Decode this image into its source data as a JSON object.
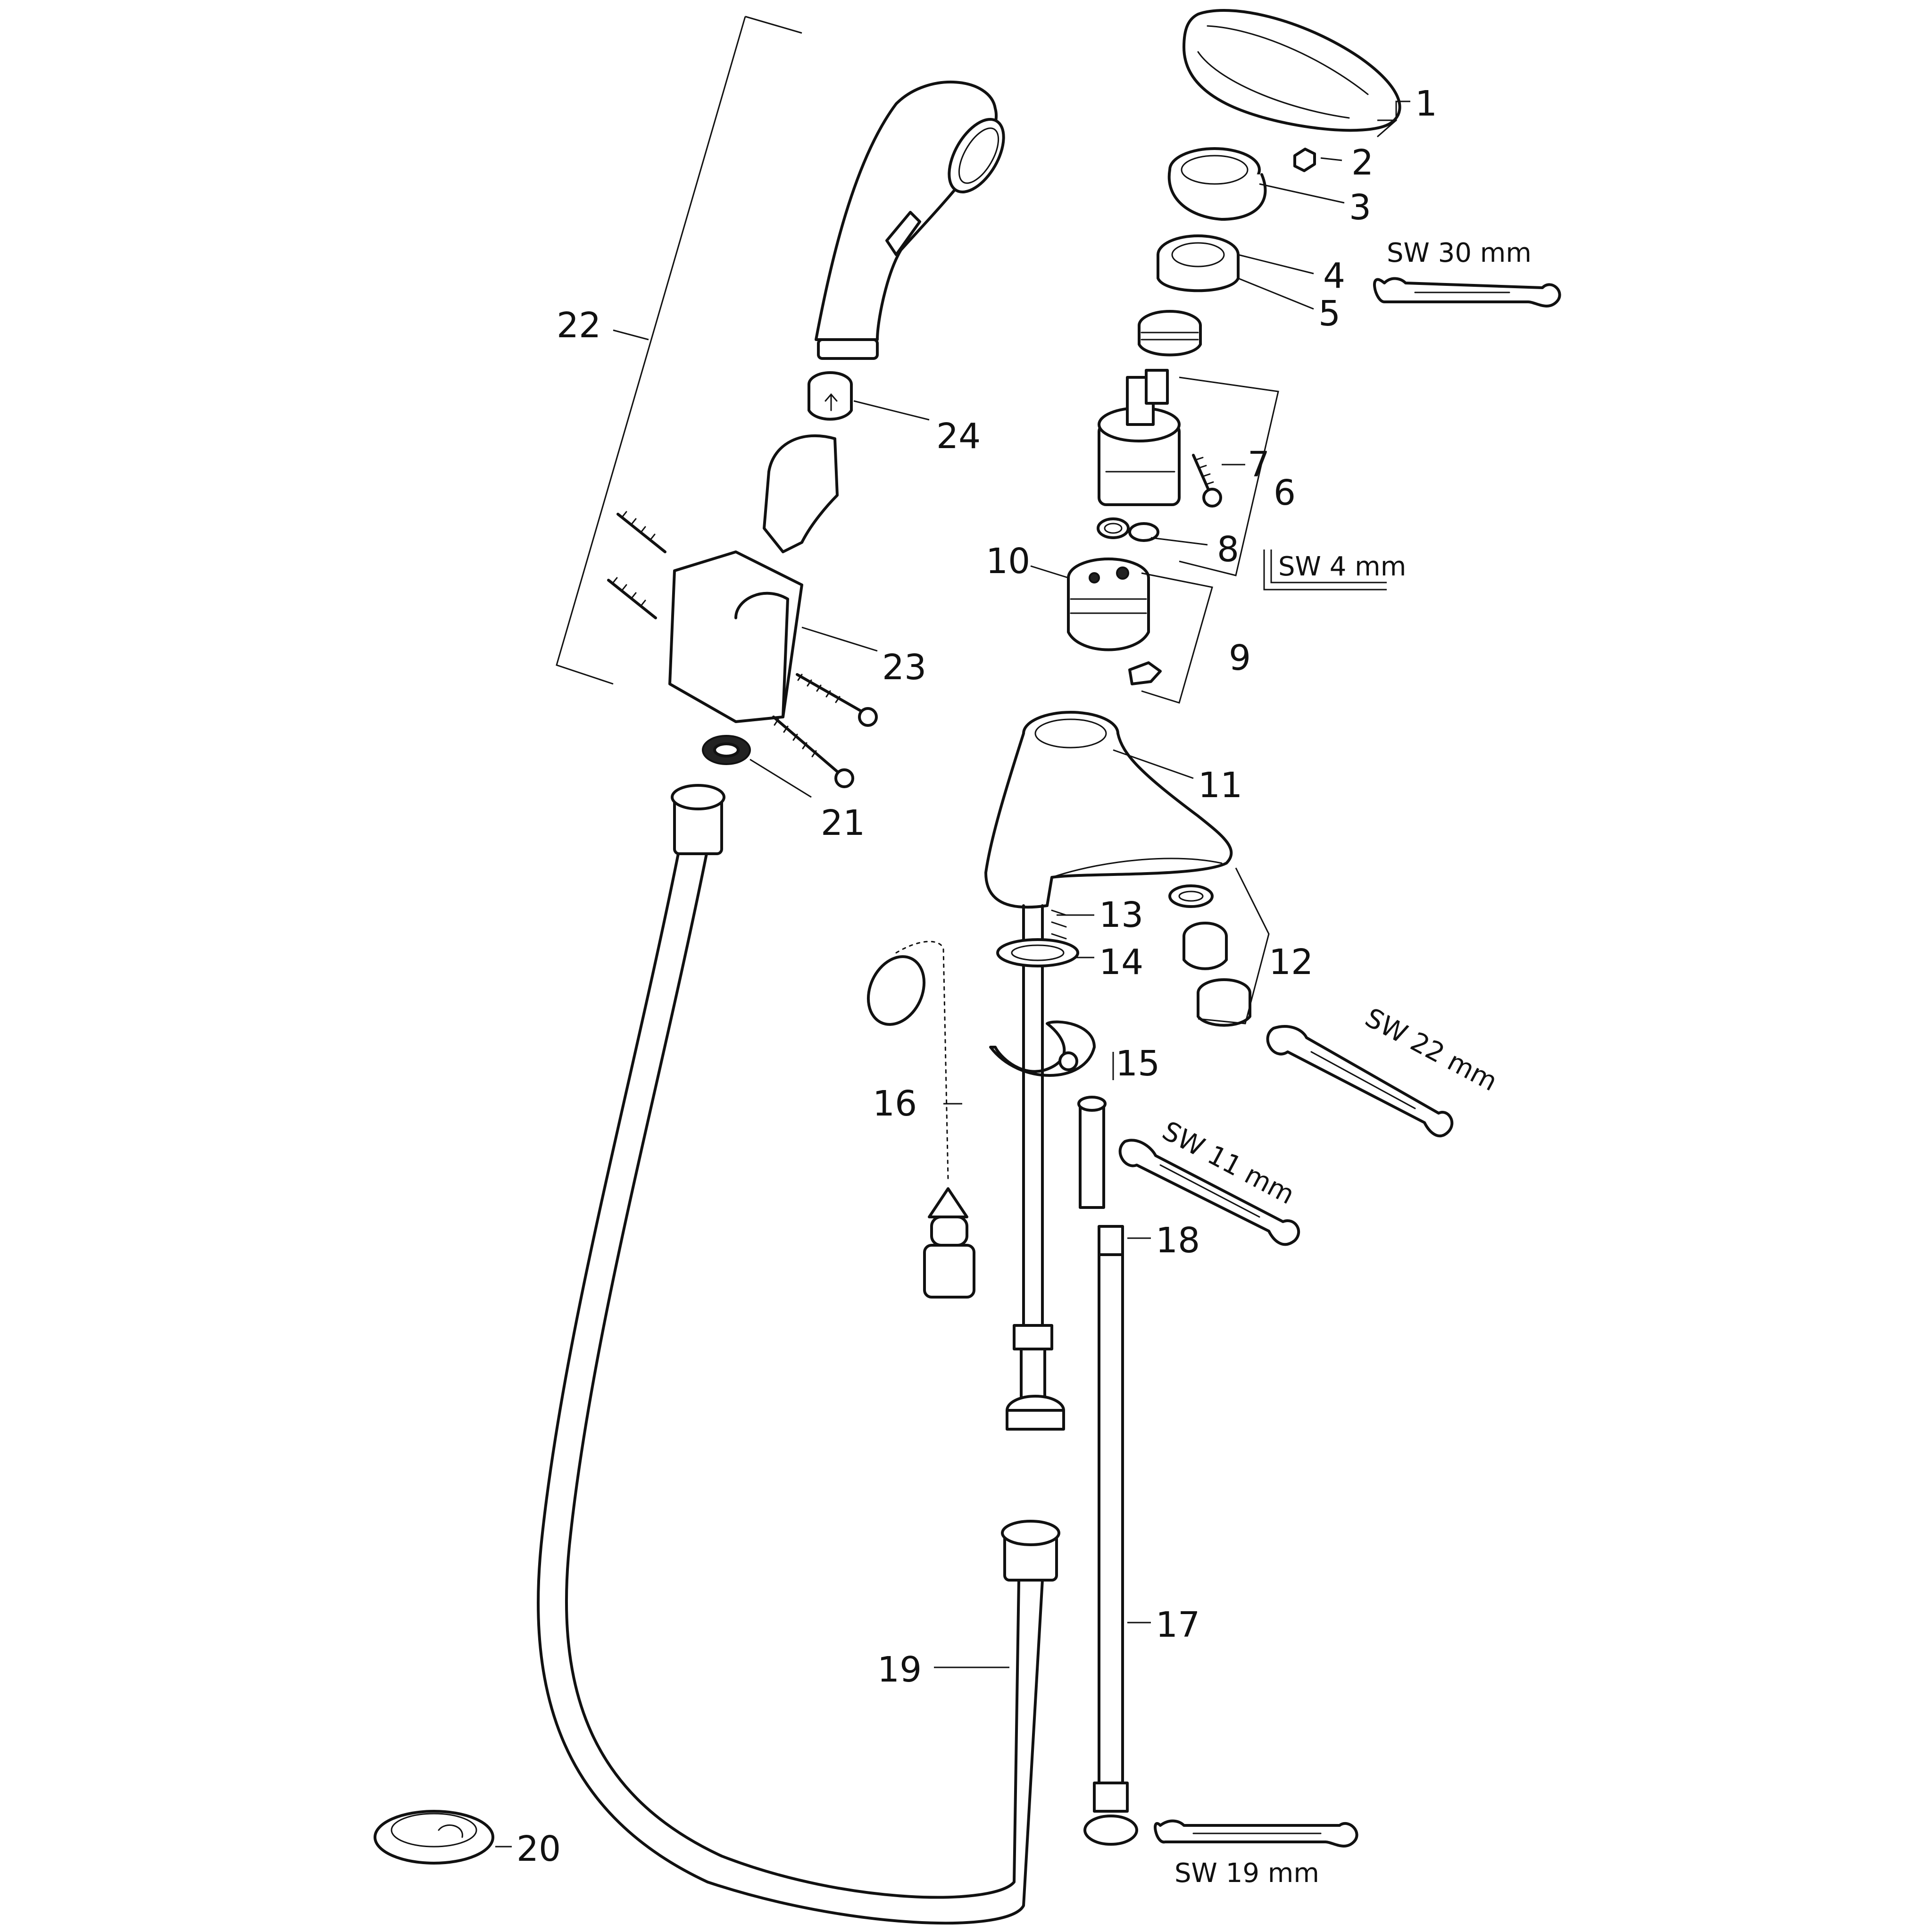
{
  "callouts": [
    "1",
    "2",
    "3",
    "4",
    "5",
    "6",
    "7",
    "8",
    "9",
    "10",
    "11",
    "12",
    "13",
    "14",
    "15",
    "16",
    "17",
    "18",
    "19",
    "20",
    "21",
    "22",
    "23",
    "24"
  ],
  "tools": {
    "sw30": "SW 30 mm",
    "sw4": "SW 4 mm",
    "sw22": "SW 22 mm",
    "sw11": "SW 11 mm",
    "sw19": "SW 19 mm"
  }
}
